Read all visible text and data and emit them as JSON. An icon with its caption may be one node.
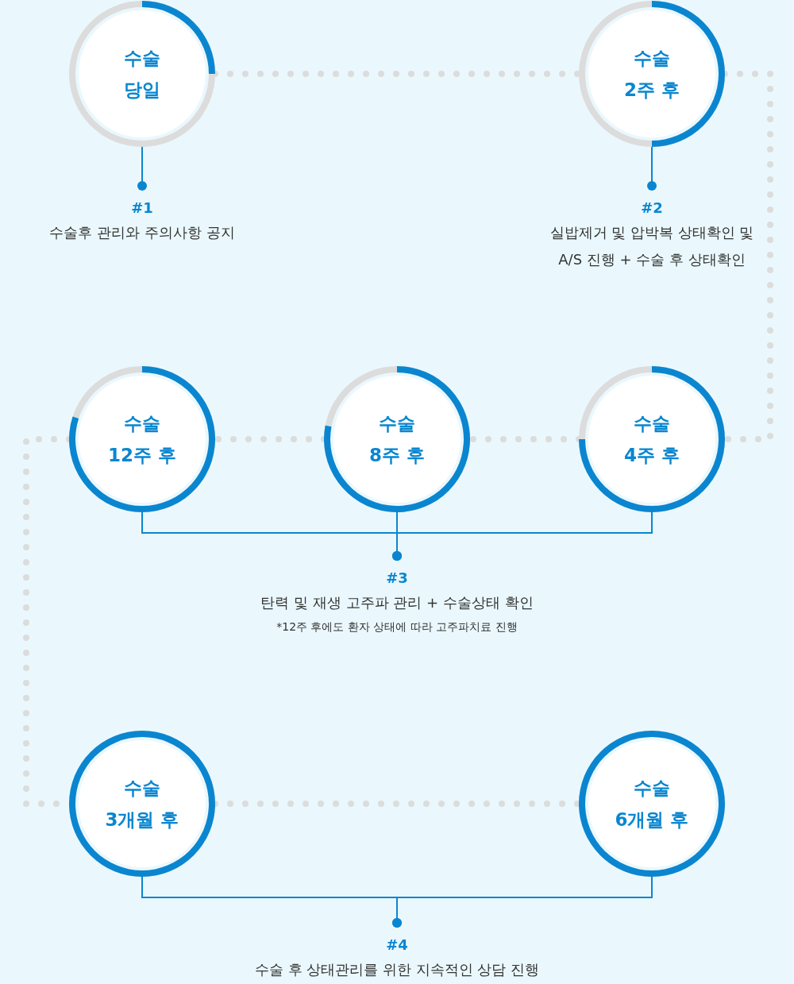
{
  "diagram": {
    "nodes": [
      {
        "text": [
          "수술",
          "당일"
        ]
      },
      {
        "text": [
          "수술",
          "2주 후"
        ]
      },
      {
        "text": [
          "#1",
          "수술후 관리와 주의사항 공지"
        ]
      },
      {
        "text": [
          "#2",
          "실밥제거 및 압박복 상태확인 및 A/S 진행 + 수술 후 상태확인"
        ]
      },
      {
        "text": [
          "수술",
          "12주 후"
        ]
      },
      {
        "text": [
          "수술",
          "8주 후"
        ]
      },
      {
        "text": [
          "수술",
          "4주 후"
        ]
      },
      {
        "text": [
          "#3",
          "탄력 및 재생 고주파 관리 + 수술상태 확인",
          "*12주 후에도 환자 상태에 따라 고주파치료 진행"
        ]
      },
      {
        "text": [
          "수술",
          "3개월 후"
        ]
      },
      {
        "text": [
          "수술",
          "6개월 후"
        ]
      },
      {
        "text": [
          "#4",
          "수술 후 상태관리를 위한 지속적인 상담 진행"
        ]
      }
    ],
    "edges": [
      {
        "from": 0,
        "to": 1,
        "arrow": "none",
        "style": "dashed",
        "color": "#dcdcdc"
      },
      {
        "from": 1,
        "to": 6,
        "arrow": "none",
        "style": "dashed",
        "color": "#dcdcdc"
      },
      {
        "from": 6,
        "to": 5,
        "arrow": "none",
        "style": "dashed",
        "color": "#dcdcdc"
      },
      {
        "from": 5,
        "to": 4,
        "arrow": "none",
        "style": "dashed",
        "color": "#dcdcdc"
      },
      {
        "from": 4,
        "to": 8,
        "arrow": "none",
        "style": "dashed",
        "color": "#dcdcdc"
      },
      {
        "from": 8,
        "to": 9,
        "arrow": "none",
        "style": "dashed",
        "color": "#dcdcdc"
      },
      {
        "from": 0,
        "to": 2,
        "arrow": "other"
      },
      {
        "from": 1,
        "to": 3,
        "arrow": "other"
      },
      {
        "from": 4,
        "to": 7,
        "arrow": "other"
      },
      {
        "from": 5,
        "to": 7,
        "arrow": "other"
      },
      {
        "from": 6,
        "to": 7,
        "arrow": "other"
      },
      {
        "from": 8,
        "to": 10,
        "arrow": "other"
      },
      {
        "from": 9,
        "to": 10,
        "arrow": "other"
      }
    ]
  }
}
